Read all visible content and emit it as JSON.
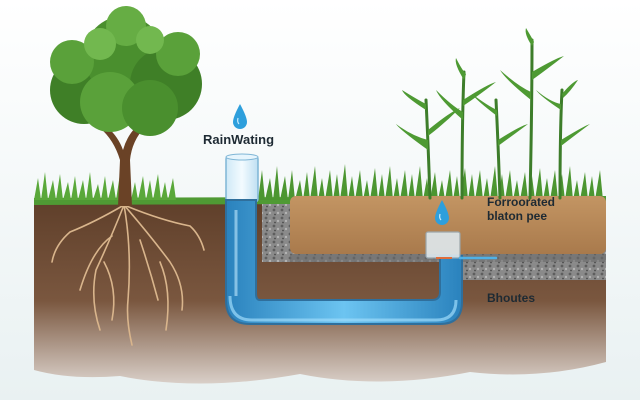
{
  "labels": {
    "rain_watering": "RainWating",
    "perforated_pipe_line1": "Forroorated",
    "perforated_pipe_line2": "blaton pee",
    "routes": "Bhoutes"
  },
  "colors": {
    "sky": "#eef4f6",
    "grass": "#4f9a34",
    "soil_dark": "#6e4a32",
    "soil_light": "#b98658",
    "gravel": "#7a7a7a",
    "water": "#4fb1e6",
    "pipe_outline": "#2f6f9c",
    "leaves": "#4a8f2e",
    "trunk": "#6a4226"
  },
  "icons": [
    "water-drop-icon",
    "water-drop-icon"
  ]
}
